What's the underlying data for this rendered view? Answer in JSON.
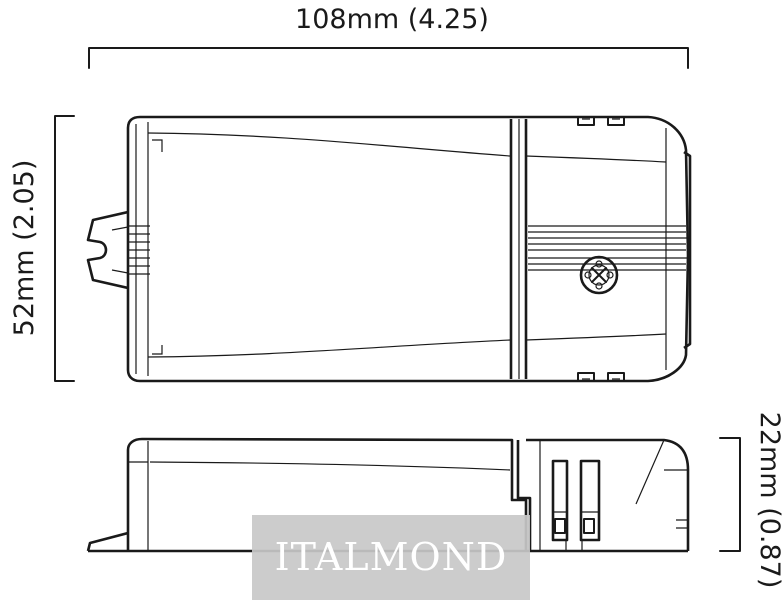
{
  "dimensions": {
    "width_label": "108mm (4.25)",
    "height_label": "52mm (2.05)",
    "depth_label": "22mm (0.87)"
  },
  "watermark": {
    "text": "ITALMOND",
    "box_color": "#c8c8c8",
    "text_color": "#ffffff"
  },
  "colors": {
    "line": "#1a1a1a",
    "background": "#ffffff"
  },
  "icons": {
    "screw": "cross-screw-icon",
    "connector": "terminal-connector-icon"
  }
}
